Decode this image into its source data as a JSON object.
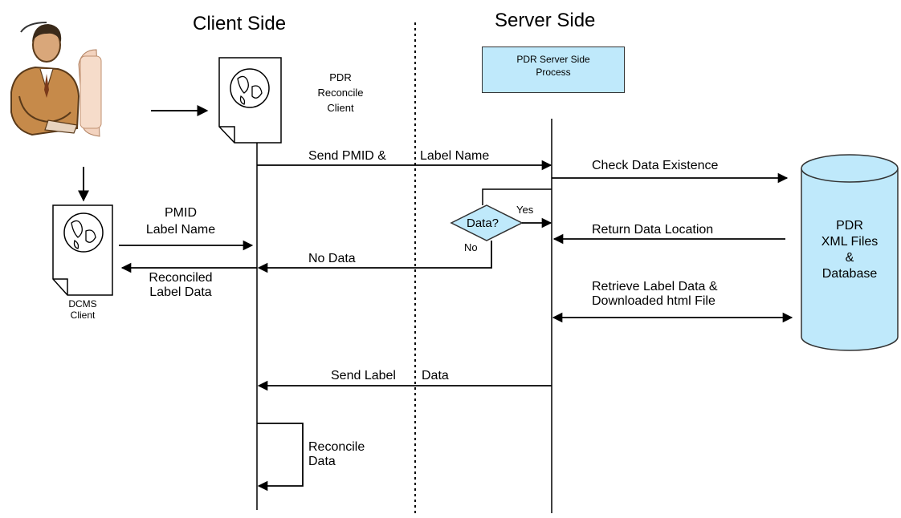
{
  "headings": {
    "client": "Client Side",
    "server": "Server Side"
  },
  "server_process_box": [
    "PDR Server Side",
    "Process"
  ],
  "reconcile_client_label": [
    "PDR",
    "Reconcile",
    "Client"
  ],
  "dcms_client_label": [
    "DCMS",
    "Client"
  ],
  "messages": {
    "send_pmid": "Send PMID &",
    "label_name": "Label Name",
    "check_existence": "Check Data Existence",
    "return_location": "Return Data Location",
    "no_data": "No Data",
    "retrieve": [
      "Retrieve Label Data &",
      "Downloaded html File"
    ],
    "send_label": "Send Label",
    "data": "Data",
    "reconcile": [
      "Reconcile",
      "Data"
    ],
    "dcms_pmid": [
      "PMID",
      "Label Name"
    ],
    "reconciled": [
      "Reconciled",
      "Label Data"
    ]
  },
  "decision": {
    "label": "Data?",
    "yes": "Yes",
    "no": "No"
  },
  "database": [
    "PDR",
    "XML Files",
    "&",
    "Database"
  ],
  "icons": [
    "user-at-computer-icon",
    "globe-document-icon",
    "database-cylinder-icon"
  ],
  "colors": {
    "process_box_fill": "#bfe9fb",
    "database_fill": "#bfe9fb",
    "line": "#000000"
  }
}
